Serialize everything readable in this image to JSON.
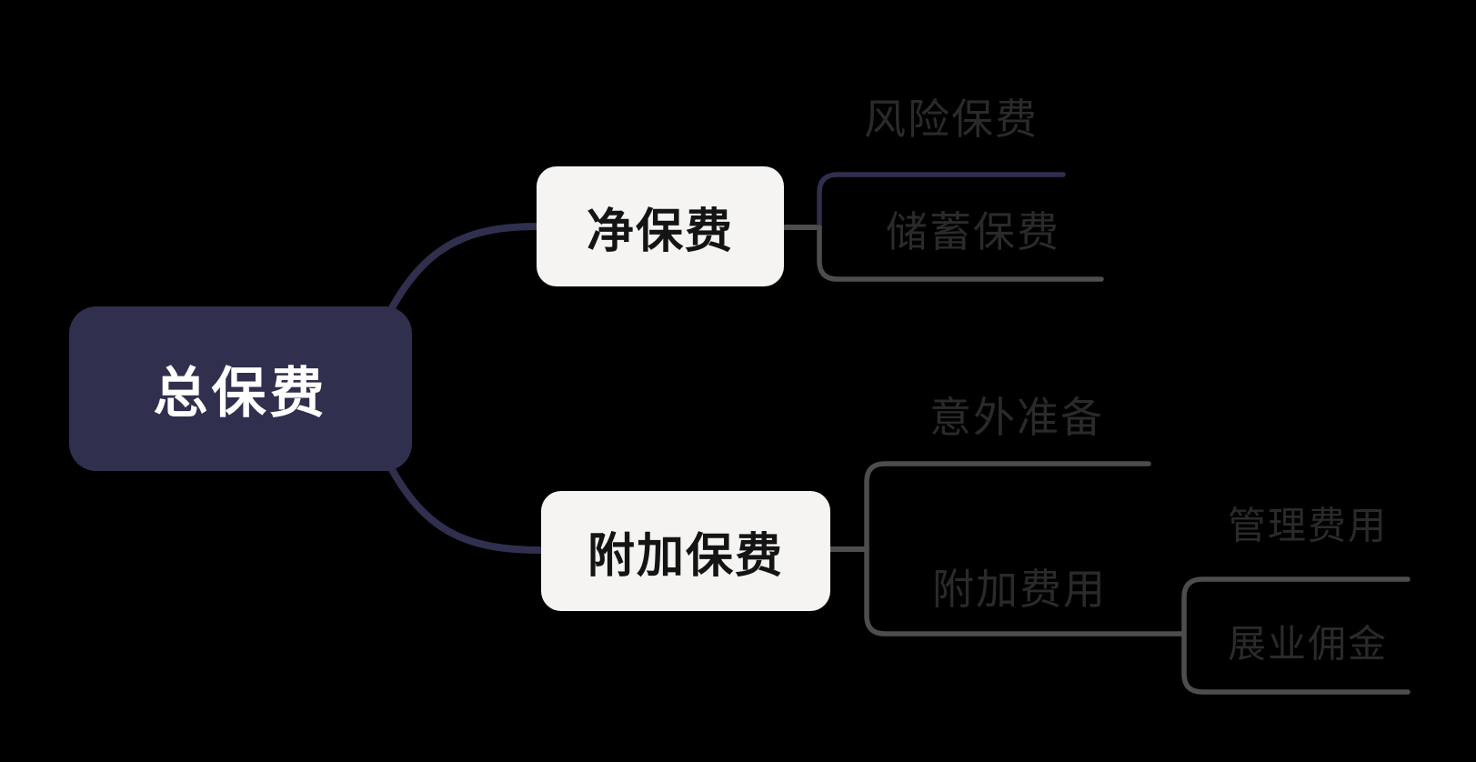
{
  "app": {
    "type": "mind-map-diagram",
    "background": "#000000"
  },
  "mindmap": {
    "root": {
      "label": "总保费",
      "children": [
        {
          "label": "净保费",
          "children": [
            {
              "label": "风险保费"
            },
            {
              "label": "储蓄保费"
            }
          ]
        },
        {
          "label": "附加保费",
          "children": [
            {
              "label": "意外准备"
            },
            {
              "label": "附加费用",
              "children": [
                {
                  "label": "管理费用"
                },
                {
                  "label": "展业佣金"
                }
              ]
            }
          ]
        }
      ]
    }
  },
  "colors": {
    "root_fill": "#302f4e",
    "root_text": "#ffffff",
    "branch_node_fill": "#f5f4f2",
    "branch_node_text": "#141414",
    "leaf_label_text": "#2a2a2a",
    "connector_navy": "#302f4e",
    "connector_gray": "#4d4d4d",
    "background": "#000000"
  }
}
